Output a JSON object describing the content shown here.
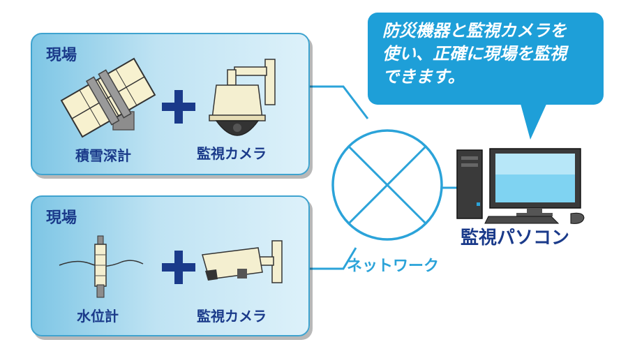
{
  "site_top": {
    "title": "現場",
    "device_left": "積雪深計",
    "device_right": "監視カメラ",
    "plus": "+"
  },
  "site_bottom": {
    "title": "現場",
    "device_left": "水位計",
    "device_right": "監視カメラ",
    "plus": "+"
  },
  "bubble": {
    "line1": "防災機器と監視カメラを",
    "line2": "使い、正確に現場を監視",
    "line3": "できます。"
  },
  "pc_label": "監視パソコン",
  "network_label": "ネットワーク",
  "colors": {
    "accent_blue": "#2ba3d9",
    "bubble_blue": "#1e9fd8",
    "label_navy": "#1a3a8a",
    "panel_border": "#3fa3cf"
  }
}
